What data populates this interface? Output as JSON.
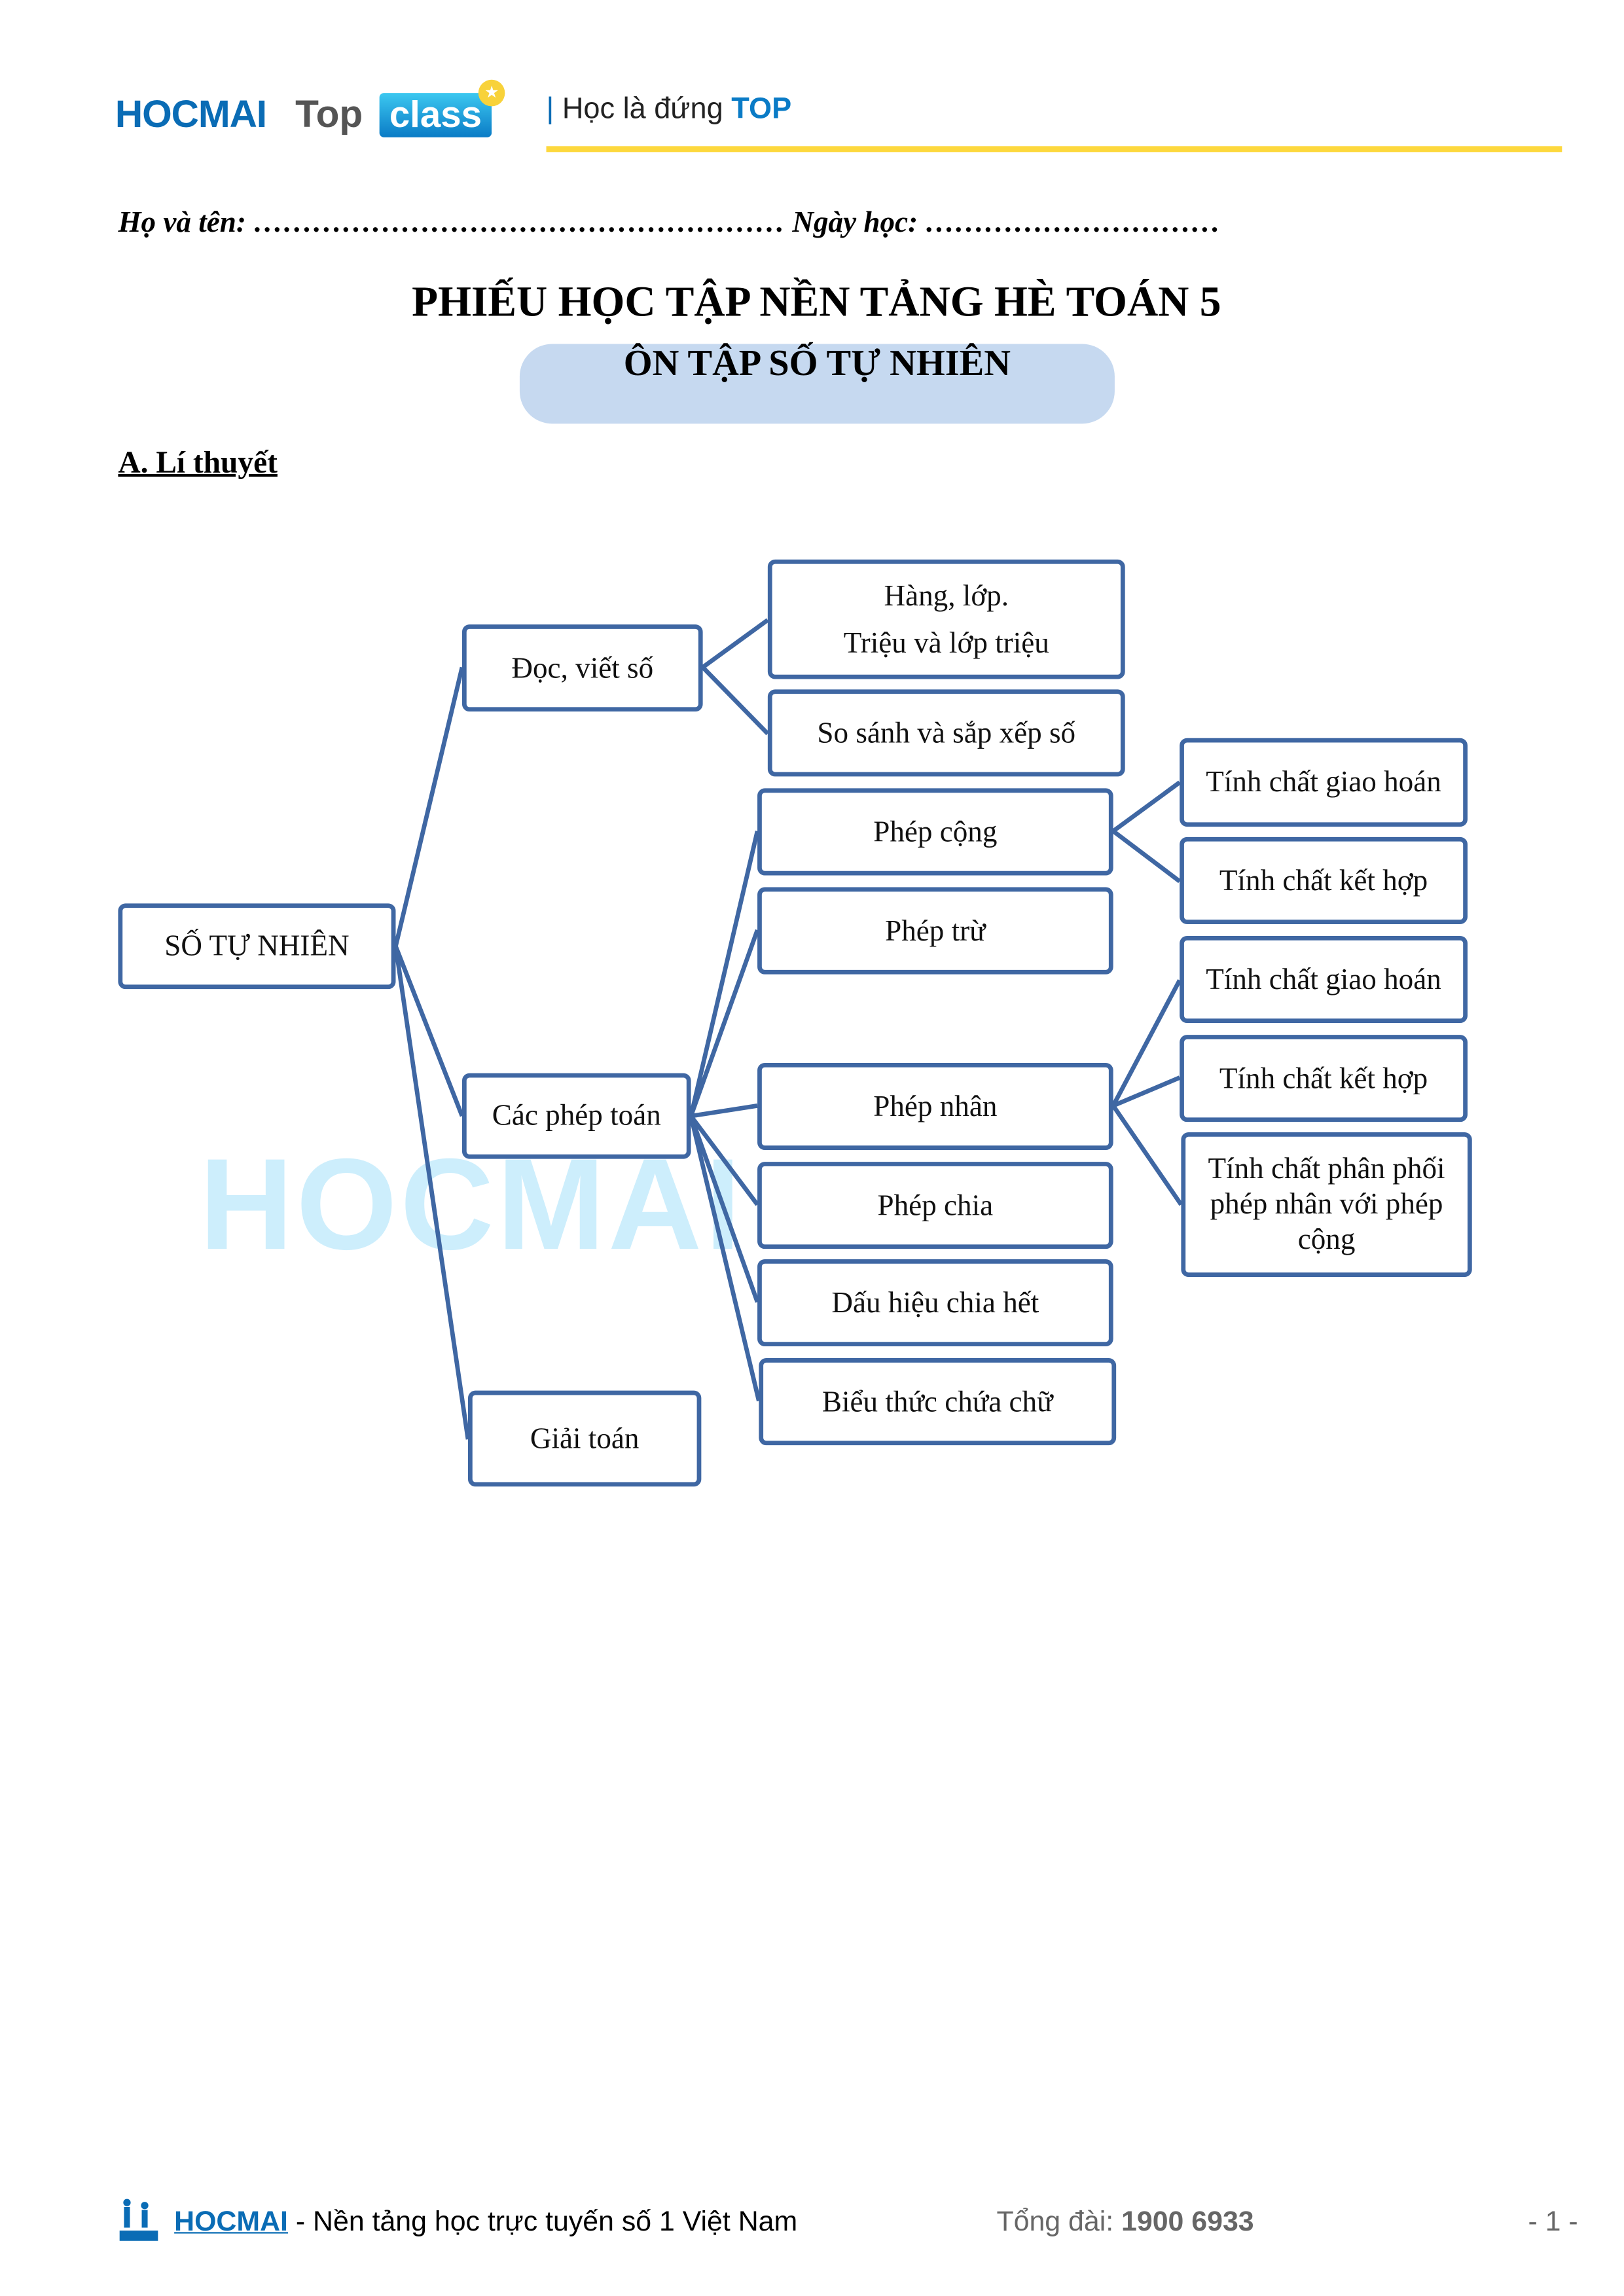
{
  "header": {
    "logo_hocmai": "HOCMAI",
    "logo_top": "Top",
    "logo_class": "class",
    "tagline_bar": "|",
    "tagline_text": "Học là đứng",
    "tagline_top": "TOP"
  },
  "student_line": "Họ và tên: ……………………………………………… Ngày học: …………………………",
  "title": "PHIẾU HỌC TẬP NỀN TẢNG HÈ TOÁN 5",
  "subtitle": "ÔN TẬP SỐ TỰ NHIÊN",
  "section": "A. Lí thuyết",
  "watermark": "HOCMAI",
  "mindmap": {
    "root": "SỐ TỰ NHIÊN",
    "branches": {
      "read_write": "Đọc, viết số",
      "operations": "Các phép toán",
      "problems": "Giải toán"
    },
    "read_write_children": [
      "Hàng, lớp.\nTriệu và lớp triệu",
      "So sánh và sắp xếp số"
    ],
    "operation_children": [
      "Phép cộng",
      "Phép trừ",
      "Phép nhân",
      "Phép chia",
      "Dấu hiệu chia hết",
      "Biểu thức chứa chữ"
    ],
    "addition_props": [
      "Tính chất giao hoán",
      "Tính chất kết hợp"
    ],
    "multiplication_props": [
      "Tính chất giao hoán",
      "Tính chất kết hợp",
      "Tính chất phân phối phép nhân với phép cộng"
    ]
  },
  "footer": {
    "brand": "HOCMAI",
    "slogan": " - Nền tảng học trực tuyến số 1 Việt Nam",
    "hotline_label": "Tổng đài: ",
    "hotline": "1900 6933",
    "page": "- 1 -"
  },
  "colors": {
    "box_border": "#3f67a3",
    "pill": "#c6d9f0",
    "accent_yellow": "#fdd83d",
    "brand_blue": "#0a6cb5"
  }
}
